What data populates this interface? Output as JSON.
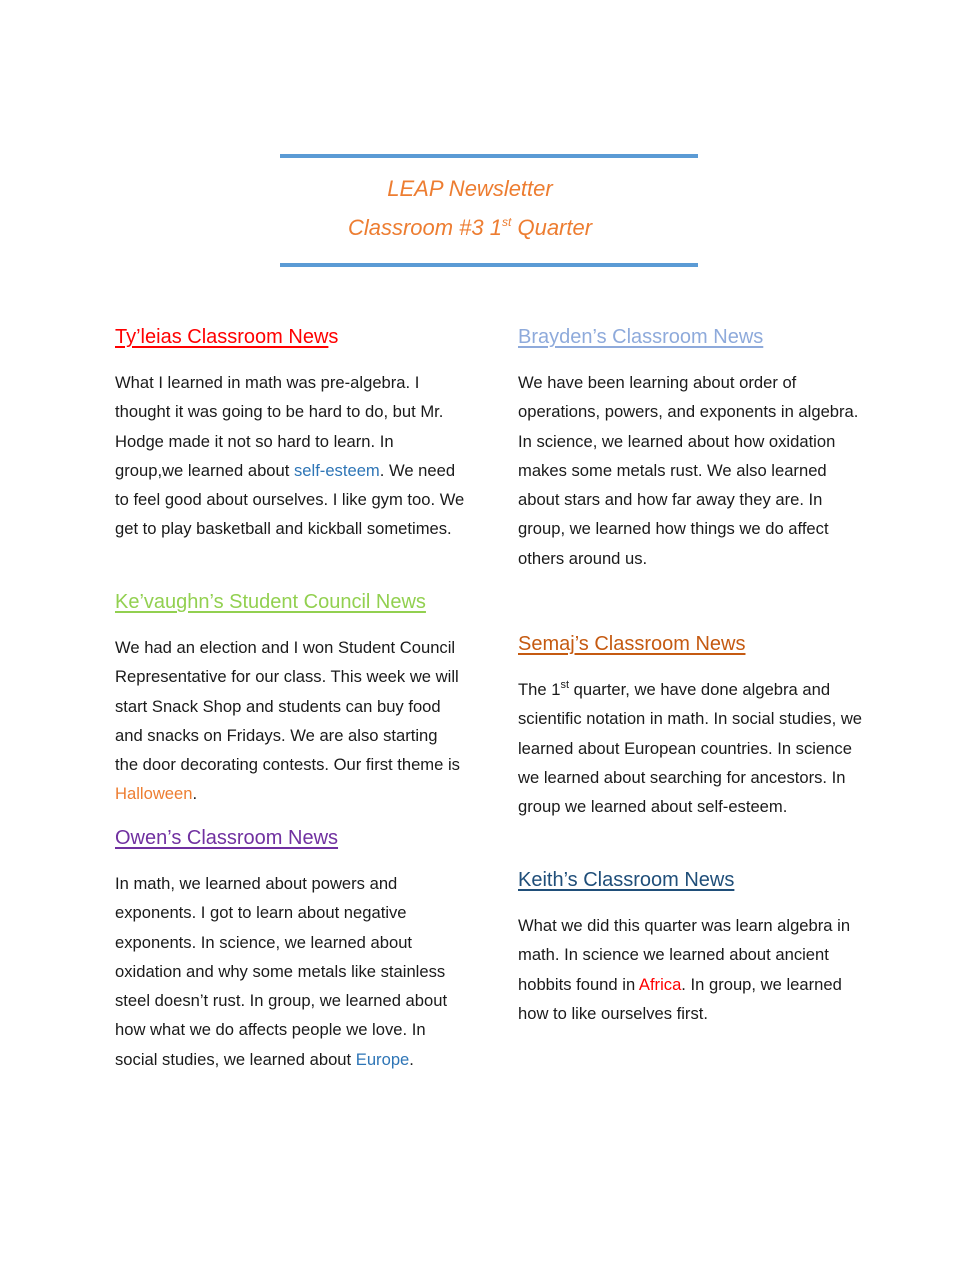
{
  "header": {
    "title": "LEAP Newsletter",
    "subtitle_prefix": "Classroom #3   1",
    "subtitle_sup": "st",
    "subtitle_suffix": " Quarter"
  },
  "left": {
    "tyleias": {
      "heading_underlined": "Ty’leias Classroom New",
      "heading_tail": "s",
      "body_before": "What I learned in math was pre-algebra. I thought it was going to be hard to do, but Mr. Hodge made it not so hard to learn. In group,we learned about ",
      "body_highlight": "self-esteem",
      "body_after": ". We need to feel good about ourselves. I like gym too. We get to play basketball and kickball sometimes."
    },
    "kevaughn": {
      "heading": "Ke’vaughn’s Student Council News",
      "body_before": "We had an election and I won Student Council Representative for our class. This week we will start Snack Shop and students can buy food and snacks on Fridays. We are also starting the door decorating contests. Our first theme is ",
      "body_highlight": "Halloween",
      "body_after": "."
    },
    "owen": {
      "heading": "Owen’s Classroom News",
      "body_before": "In math, we learned about powers and exponents. I got to learn about negative exponents. In science, we learned about oxidation and why some metals like stainless steel doesn’t rust. In group, we learned about how what we do affects people we love. In social studies, we learned about ",
      "body_highlight": "Europe",
      "body_after": "."
    }
  },
  "right": {
    "brayden": {
      "heading": "Brayden’s Classroom News",
      "body": "We have been learning about order of operations, powers, and exponents in algebra. In science, we learned about how oxidation makes some metals rust. We also learned about stars and how far away they are. In group, we learned how things we do affect others around us."
    },
    "semaj": {
      "heading": "Semaj’s Classroom News",
      "body_prefix": "The 1",
      "body_sup": "st",
      "body_after": " quarter, we have done algebra and scientific notation in math. In social studies, we learned about European countries. In science we learned about searching for ancestors. In group we learned about self-esteem."
    },
    "keith": {
      "heading": "Keith’s Classroom News",
      "body_before": "What we did this quarter was learn algebra in math. In science we learned about ancient hobbits found in ",
      "body_highlight": "Africa",
      "body_after": ".  In group, we learned how to like ourselves first."
    }
  },
  "colors": {
    "title": "#ed7d31",
    "rule": "#5b9bd5",
    "tyleias": "#ff0000",
    "brayden": "#8eaadb",
    "kevaughn": "#92d050",
    "semaj": "#c55a11",
    "owen": "#7030a0",
    "keith": "#1f4e79"
  }
}
